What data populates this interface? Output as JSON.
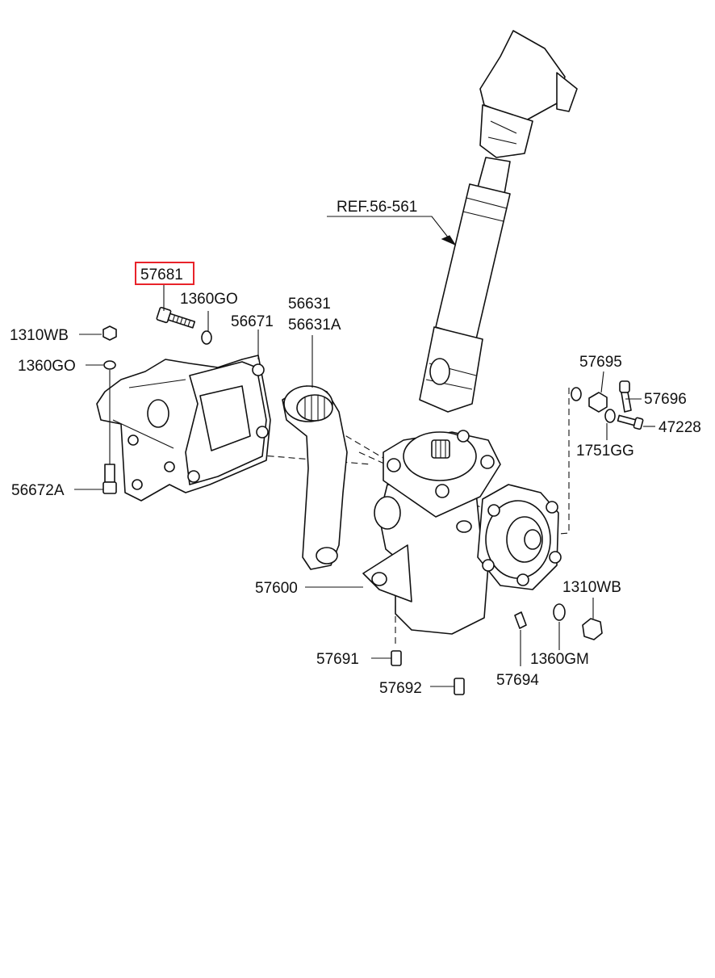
{
  "labels": {
    "ref": "REF.56-561",
    "p57681": "57681",
    "p1360go_a": "1360GO",
    "p1310wb_a": "1310WB",
    "p1360go_b": "1360GO",
    "p56671": "56671",
    "p56631": "56631",
    "p56631a": "56631A",
    "p56672a": "56672A",
    "p57695": "57695",
    "p57696": "57696",
    "p47228": "47228",
    "p1751gg": "1751GG",
    "p57600": "57600",
    "p1310wb_b": "1310WB",
    "p1360gm": "1360GM",
    "p57691": "57691",
    "p57694": "57694",
    "p57692": "57692"
  },
  "highlight": {
    "part": "57681",
    "color": "#e8232a"
  }
}
